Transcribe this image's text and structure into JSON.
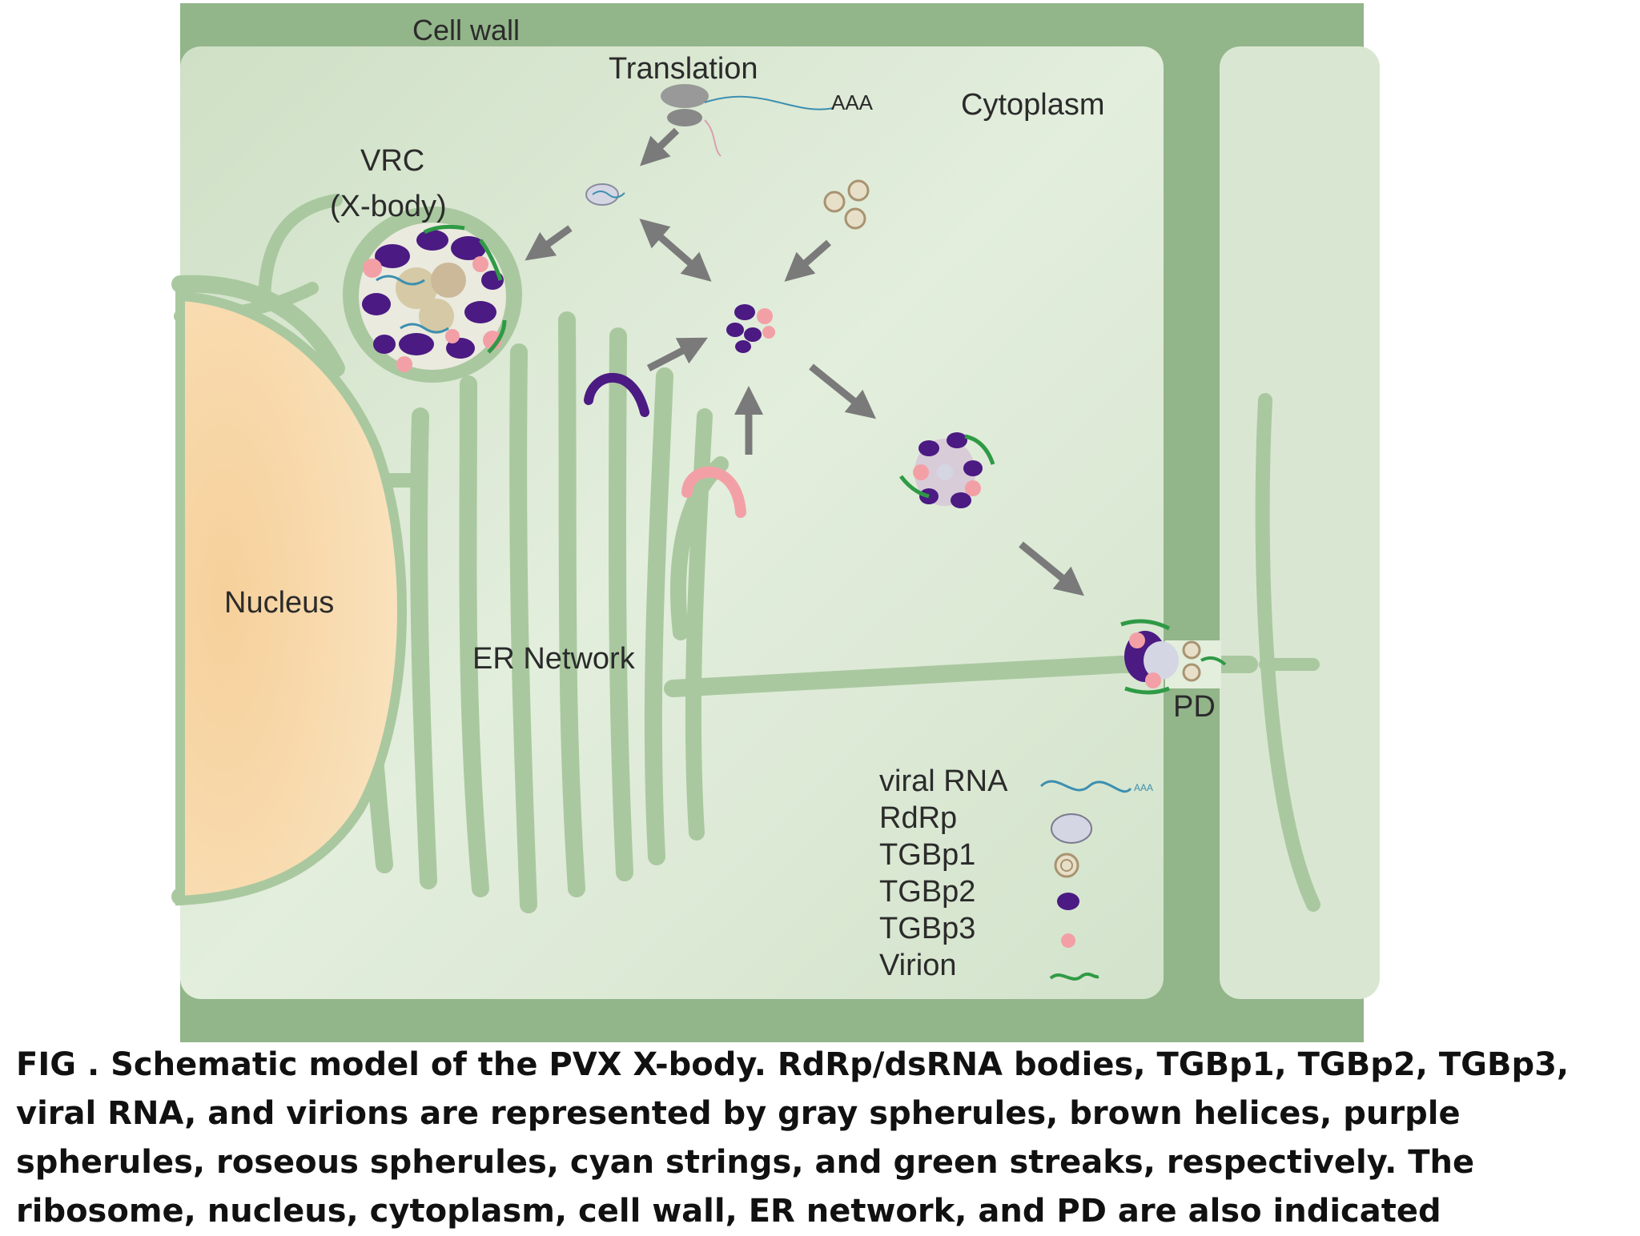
{
  "figure": {
    "labels": {
      "cell_wall": "Cell wall",
      "translation": "Translation",
      "polya": "AAA",
      "cytoplasm": "Cytoplasm",
      "vrc": "VRC",
      "xbody": "(X-body)",
      "nucleus": "Nucleus",
      "er_network": "ER Network",
      "pd": "PD"
    },
    "legend": [
      {
        "label": "viral RNA",
        "symbol": "viral-rna"
      },
      {
        "label": "RdRp",
        "symbol": "rdrp"
      },
      {
        "label": "TGBp1",
        "symbol": "tgbp1"
      },
      {
        "label": "TGBp2",
        "symbol": "tgbp2"
      },
      {
        "label": "TGBp3",
        "symbol": "tgbp3"
      },
      {
        "label": "Virion",
        "symbol": "virion"
      }
    ],
    "colors": {
      "cell_wall": "#93b58a",
      "cytoplasm": "#d9e7d2",
      "er": "#a8c89e",
      "nucleus": "#f6d19a",
      "tgbp2": "#4b1a82",
      "tgbp3": "#f2a0a6",
      "virion": "#2f9a45",
      "rna": "#3c8fb0",
      "rdrp": "#d5d6e3",
      "tgbp1": "#c7b493",
      "arrow": "#7a7a7a"
    }
  },
  "caption": "FIG . Schematic model of the PVX X-body. RdRp/dsRNA bodies, TGBp1, TGBp2, TGBp3, viral RNA, and virions are represented by gray spherules, brown helices, purple spherules, roseous spherules, cyan strings, and green streaks, respectively. The ribosome, nucleus, cytoplasm, cell wall, ER network, and PD are also indicated"
}
